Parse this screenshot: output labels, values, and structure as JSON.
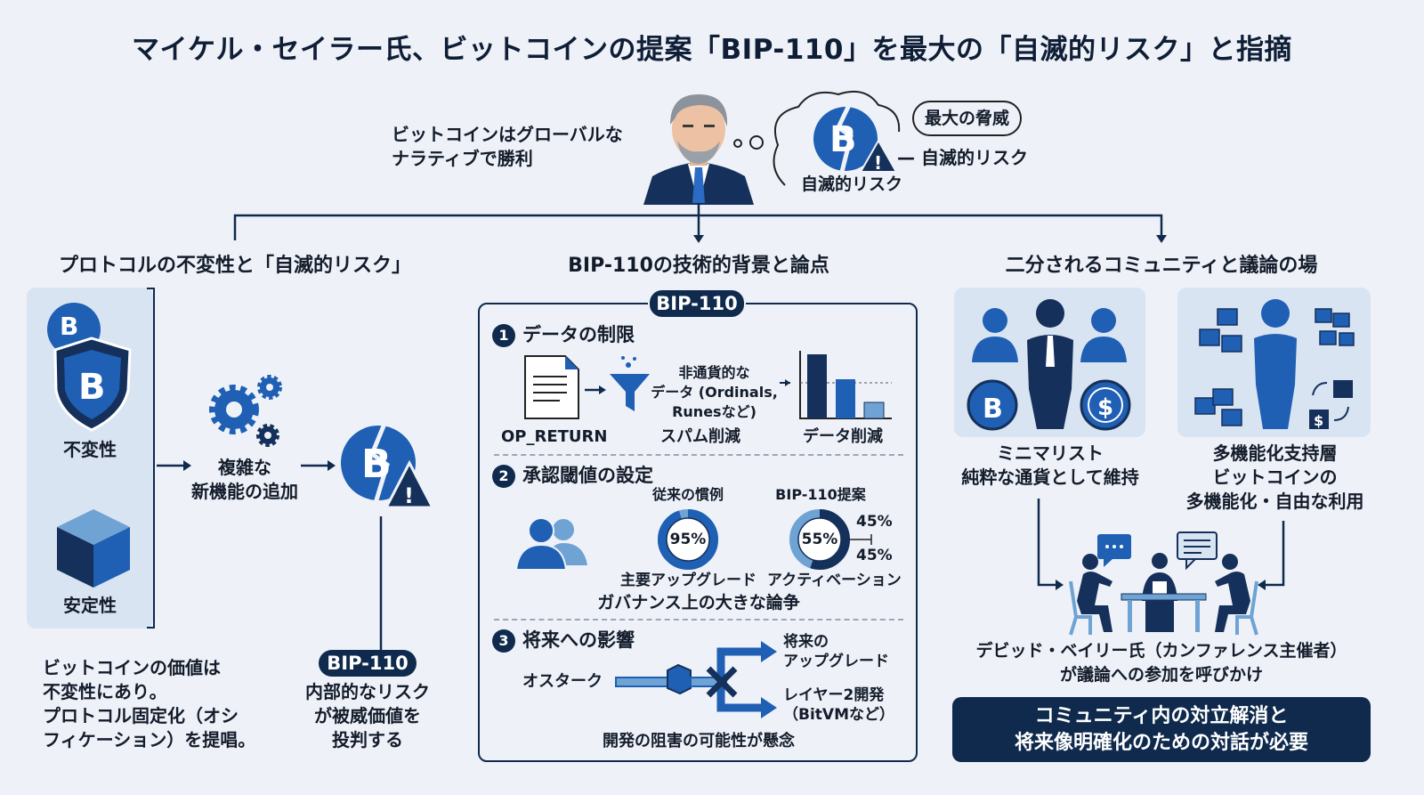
{
  "title": "マイケル・セイラー氏、ビットコインの提案「BIP-110」を最大の「自滅的リスク」と指摘",
  "header": {
    "quote_lines": [
      "ビットコインはグローバルな",
      "ナラティブで勝利"
    ],
    "bubble_label": "最大の脅威",
    "risk_label_side": "— 自滅的リスク",
    "risk_label_cloud": "自滅的リスク"
  },
  "left": {
    "heading": "プロトコルの不変性と「自滅的リスク」",
    "immutability_label": "不変性",
    "stability_label": "安定性",
    "complex_lines": [
      "複雑な",
      "新機能の追加"
    ],
    "pill": "BIP-110",
    "risk_lines": [
      "内部的なリスク",
      "が被威価値を",
      "投判する"
    ],
    "note_lines": [
      "ビットコインの価値は",
      "不変性にあり。",
      "プロトコル固定化（オシ",
      "フィケーション）を提唱。"
    ]
  },
  "middle": {
    "heading": "BIP-110の技術的背景と論点",
    "pill": "BIP-110",
    "s1": {
      "num": "1",
      "title": "データの制限",
      "op_return": "OP_RETURN",
      "filter_lines": [
        "非通貨的な",
        "データ (Ordinals,",
        "Runesなど)"
      ],
      "spam": "スパム削減",
      "data_reduction": "データ削減"
    },
    "s2": {
      "num": "2",
      "title": "承認閾値の設定",
      "convention": "従来の慣例",
      "proposal": "BIP-110提案",
      "donut1": {
        "label": "95%",
        "value": 95
      },
      "donut2": {
        "label": "55%",
        "value": 55
      },
      "pct_top": "45%",
      "pct_bottom": "45%",
      "cap1": "主要アップグレード",
      "cap2": "アクティベーション",
      "dispute": "ガバナンス上の大きな論争"
    },
    "s3": {
      "num": "3",
      "title": "将来への影響",
      "ossification": "オスターク",
      "future_lines": [
        "将来の",
        "アップグレード"
      ],
      "layer2_lines": [
        "レイヤー2開発",
        "（BitVMなど）"
      ],
      "concern": "開発の阻害の可能性が懸念"
    }
  },
  "right": {
    "heading": "二分されるコミュニティと議論の場",
    "minimalist": "ミニマリスト",
    "minimalist_desc": "純粋な通貨として維持",
    "multi_lines": [
      "多機能化支持層",
      "ビットコインの",
      "多機能化・自由な利用"
    ],
    "bailey_lines": [
      "デビッド・ベイリー氏（カンファレンス主催者）",
      "が議論への参加を呼びかけ"
    ],
    "conclusion_lines": [
      "コミュニティ内の対立解消と",
      "将来像明確化のための対話が必要"
    ]
  },
  "colors": {
    "navy": "#0f2a4d",
    "blue": "#1f5fb4",
    "light_blue": "#6fa3d4",
    "panel": "#d9e4f2",
    "background": "#eef2f8"
  }
}
